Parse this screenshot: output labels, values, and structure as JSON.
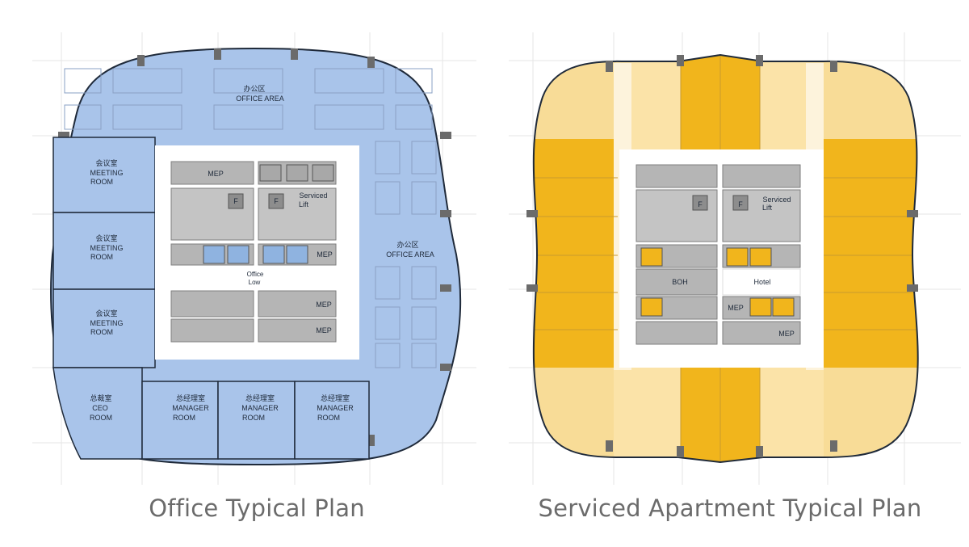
{
  "office_plan": {
    "caption": "Office Typical Plan",
    "office_area_top": {
      "cn": "办公区",
      "en": "OFFICE AREA"
    },
    "office_area_right": {
      "cn": "办公区",
      "en": "OFFICE AREA"
    },
    "meeting_rooms": [
      {
        "cn": "会议室",
        "en1": "MEETING",
        "en2": "ROOM"
      },
      {
        "cn": "会议室",
        "en1": "MEETING",
        "en2": "ROOM"
      },
      {
        "cn": "会议室",
        "en1": "MEETING",
        "en2": "ROOM"
      }
    ],
    "ceo_room": {
      "cn": "总裁室",
      "en1": "CEO",
      "en2": "ROOM"
    },
    "manager_rooms": [
      {
        "cn": "总经理室",
        "en1": "MANAGER",
        "en2": "ROOM"
      },
      {
        "cn": "总经理室",
        "en1": "MANAGER",
        "en2": "ROOM"
      },
      {
        "cn": "总经理室",
        "en1": "MANAGER",
        "en2": "ROOM"
      }
    ],
    "core": {
      "mep_top": "MEP",
      "fire_left": "F",
      "fire_right": "F",
      "serviced_lift_1": "Serviced",
      "serviced_lift_2": "Lift",
      "mep_mid": "MEP",
      "office_low_1": "Office",
      "office_low_2": "Low",
      "mep_low_1": "MEP",
      "mep_low_2": "MEP"
    }
  },
  "apartment_plan": {
    "caption": "Serviced Apartment Typical Plan",
    "core": {
      "fire_left": "F",
      "fire_right": "F",
      "serviced_lift_1": "Serviced",
      "serviced_lift_2": "Lift",
      "boh": "BOH",
      "hotel": "Hotel",
      "mep_1": "MEP",
      "mep_2": "MEP"
    }
  },
  "colors": {
    "office_blue": "#a9c4ea",
    "outline": "#1f2a3a",
    "core_white": "#ffffff",
    "core_gray": "#b5b5b5",
    "core_dark": "#7e7e7e",
    "lift_blue": "#8fb3e0",
    "apt_dark_gold": "#f1b51c",
    "apt_light_gold": "#f8dc97",
    "apt_pale": "#fbe9c0",
    "caption_gray": "#6b6b6b"
  }
}
